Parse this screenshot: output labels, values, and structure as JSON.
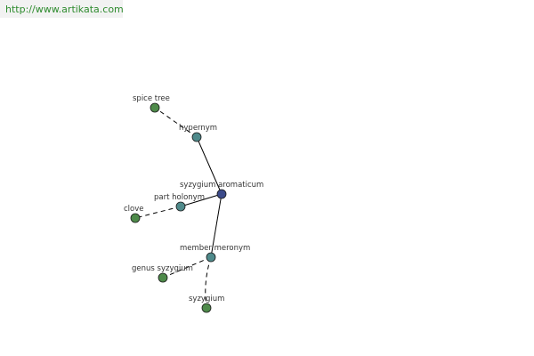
{
  "banner": {
    "url": "http://www.artikata.com"
  },
  "colors": {
    "center_node": "#3b4a8a",
    "relation_node": "#4f8a8b",
    "leaf_node": "#4e8a4a",
    "edge": "#000000",
    "banner_text": "#2e8b2e",
    "banner_bg": "#f2f2f2"
  },
  "graph": {
    "center": {
      "id": "syzygium-aromaticum",
      "label": "syzygium aromaticum"
    },
    "relations": [
      {
        "id": "hypernym",
        "label": "hypernym",
        "leaves": [
          {
            "id": "spice-tree",
            "label": "spice tree"
          }
        ]
      },
      {
        "id": "part-holonym",
        "label": "part holonym",
        "leaves": [
          {
            "id": "clove",
            "label": "clove"
          }
        ]
      },
      {
        "id": "member-meronym",
        "label": "member meronym",
        "leaves": [
          {
            "id": "genus-syzygium",
            "label": "genus syzygium"
          },
          {
            "id": "syzygium",
            "label": "syzygium"
          }
        ]
      }
    ]
  }
}
